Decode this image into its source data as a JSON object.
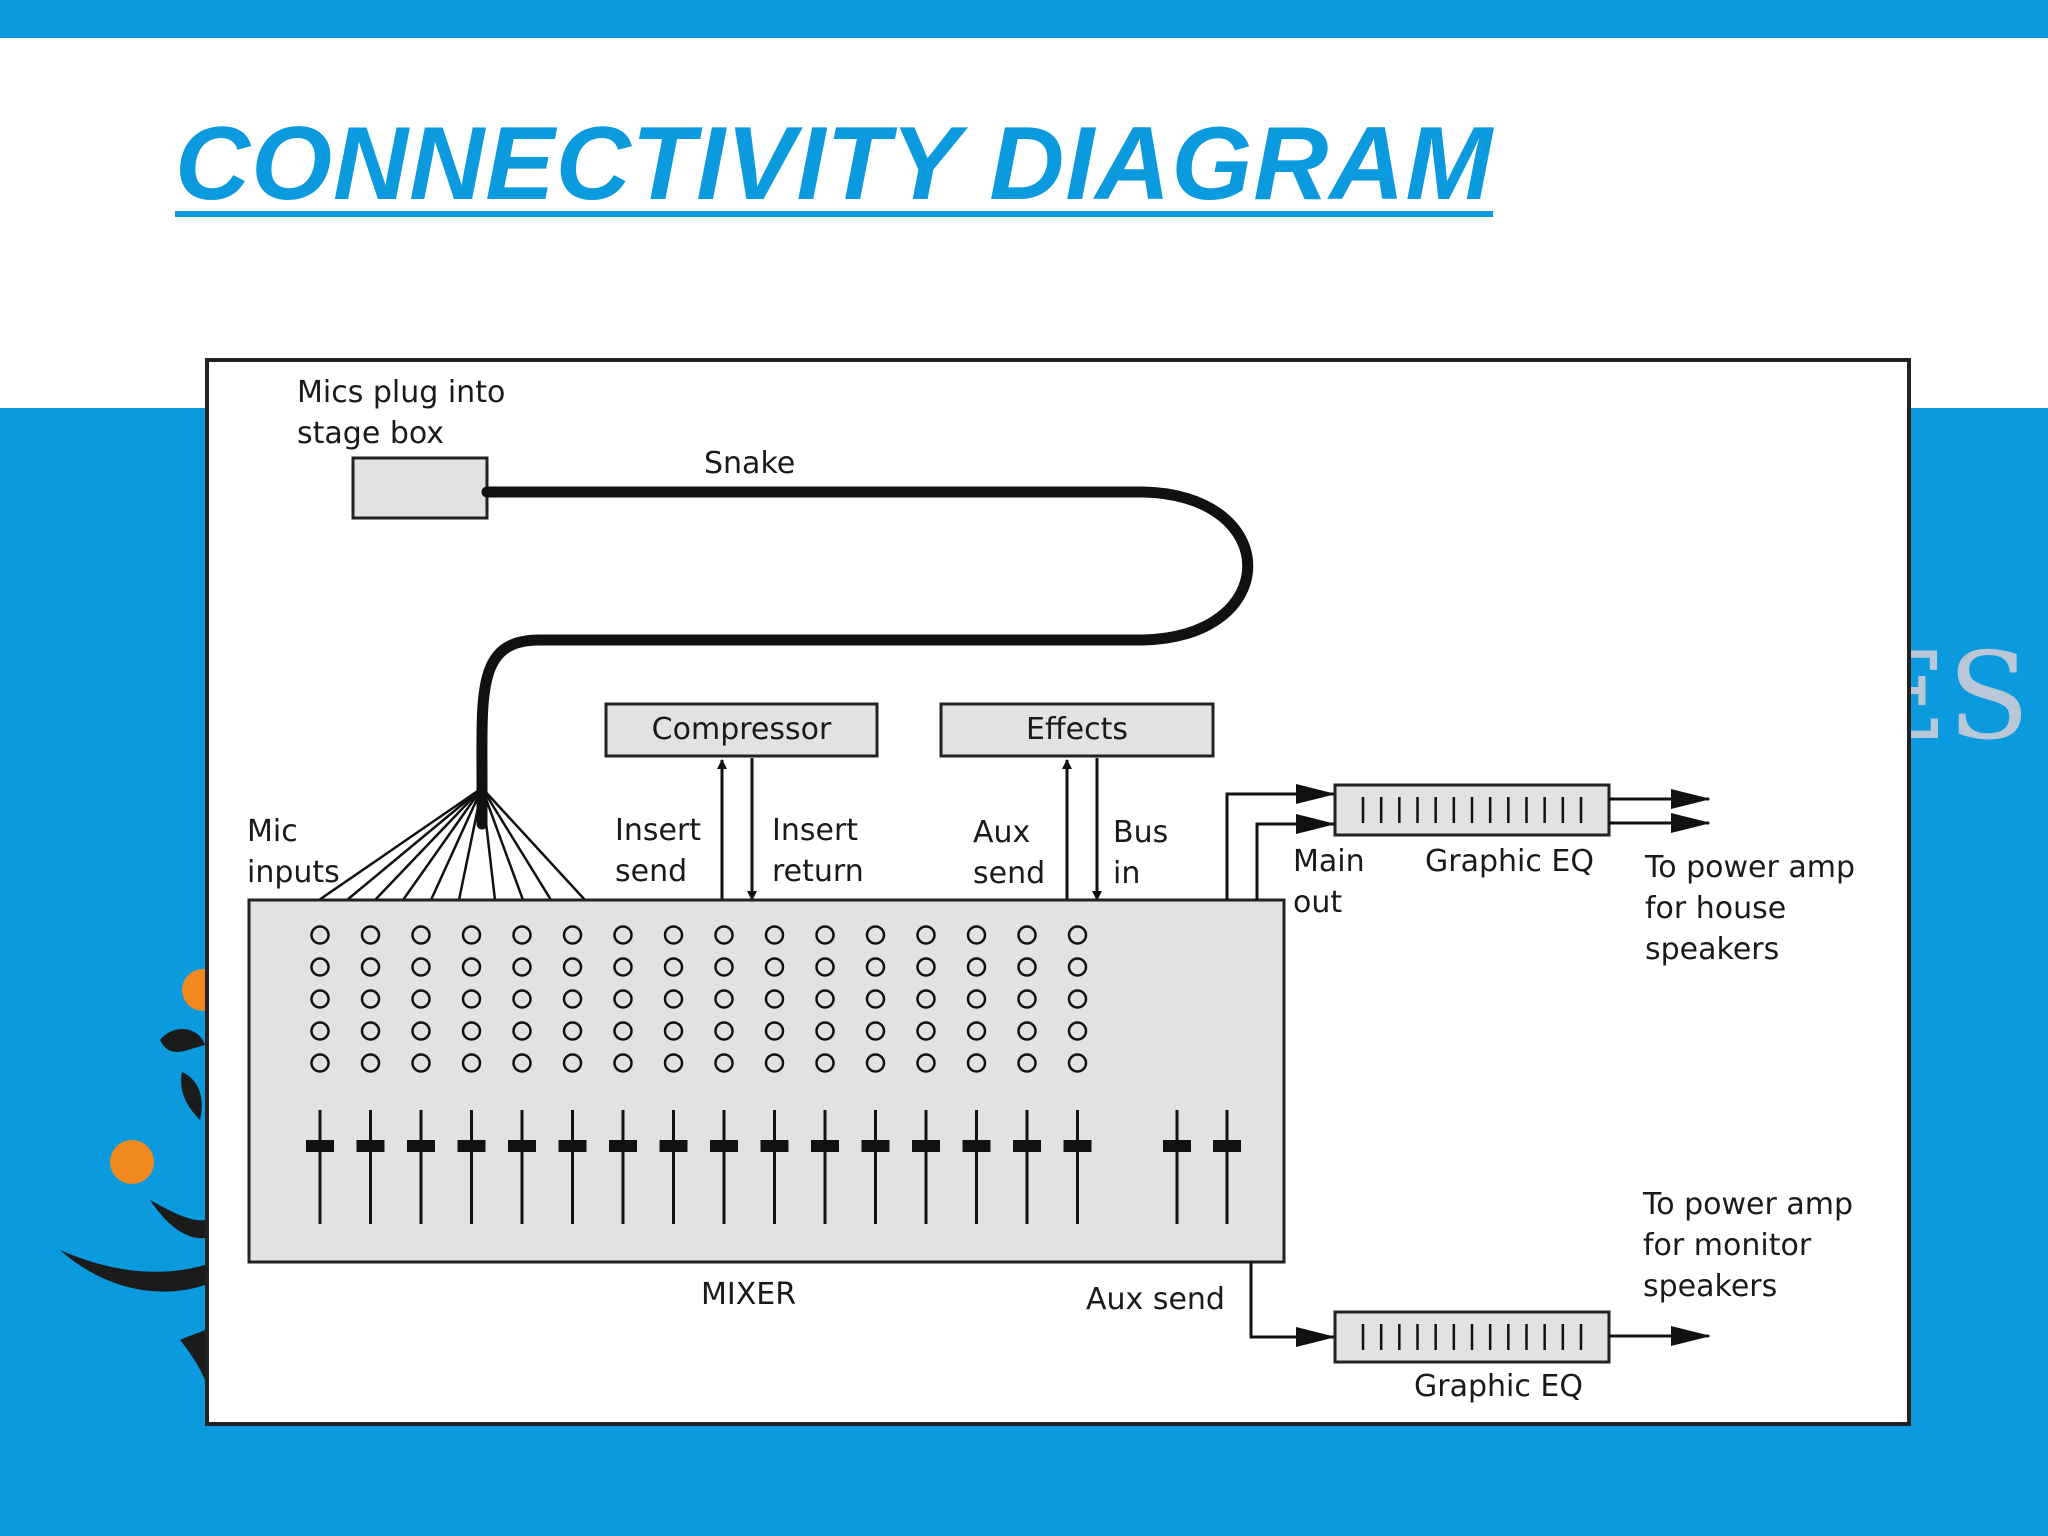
{
  "slide": {
    "title": "CONNECTIVITY DIAGRAM",
    "watermark": "ES",
    "colors": {
      "accent": "#0b9ade",
      "logo_orange": "#f28a20",
      "logo_dark": "#1b1b1b",
      "box_fill": "#e2e2e2"
    }
  },
  "diagram": {
    "stage_box_label": "Mics plug into\nstage box",
    "snake_label": "Snake",
    "compressor_label": "Compressor",
    "effects_label": "Effects",
    "mic_inputs_label": "Mic\ninputs",
    "insert_send_label": "Insert\nsend",
    "insert_return_label": "Insert\nreturn",
    "aux_send_top_label": "Aux\nsend",
    "bus_in_label": "Bus\nin",
    "main_out_label": "Main\nout",
    "graphic_eq_top_label": "Graphic EQ",
    "house_label": "To power amp\nfor house\nspeakers",
    "monitor_label": "To power amp\nfor monitor\nspeakers",
    "mixer_label": "MIXER",
    "aux_send_bottom_label": "Aux send",
    "graphic_eq_bottom_label": "Graphic EQ",
    "mixer": {
      "channel_count": 16,
      "knob_rows": 5,
      "master_faders": 2
    },
    "eq_band_count": 13
  }
}
